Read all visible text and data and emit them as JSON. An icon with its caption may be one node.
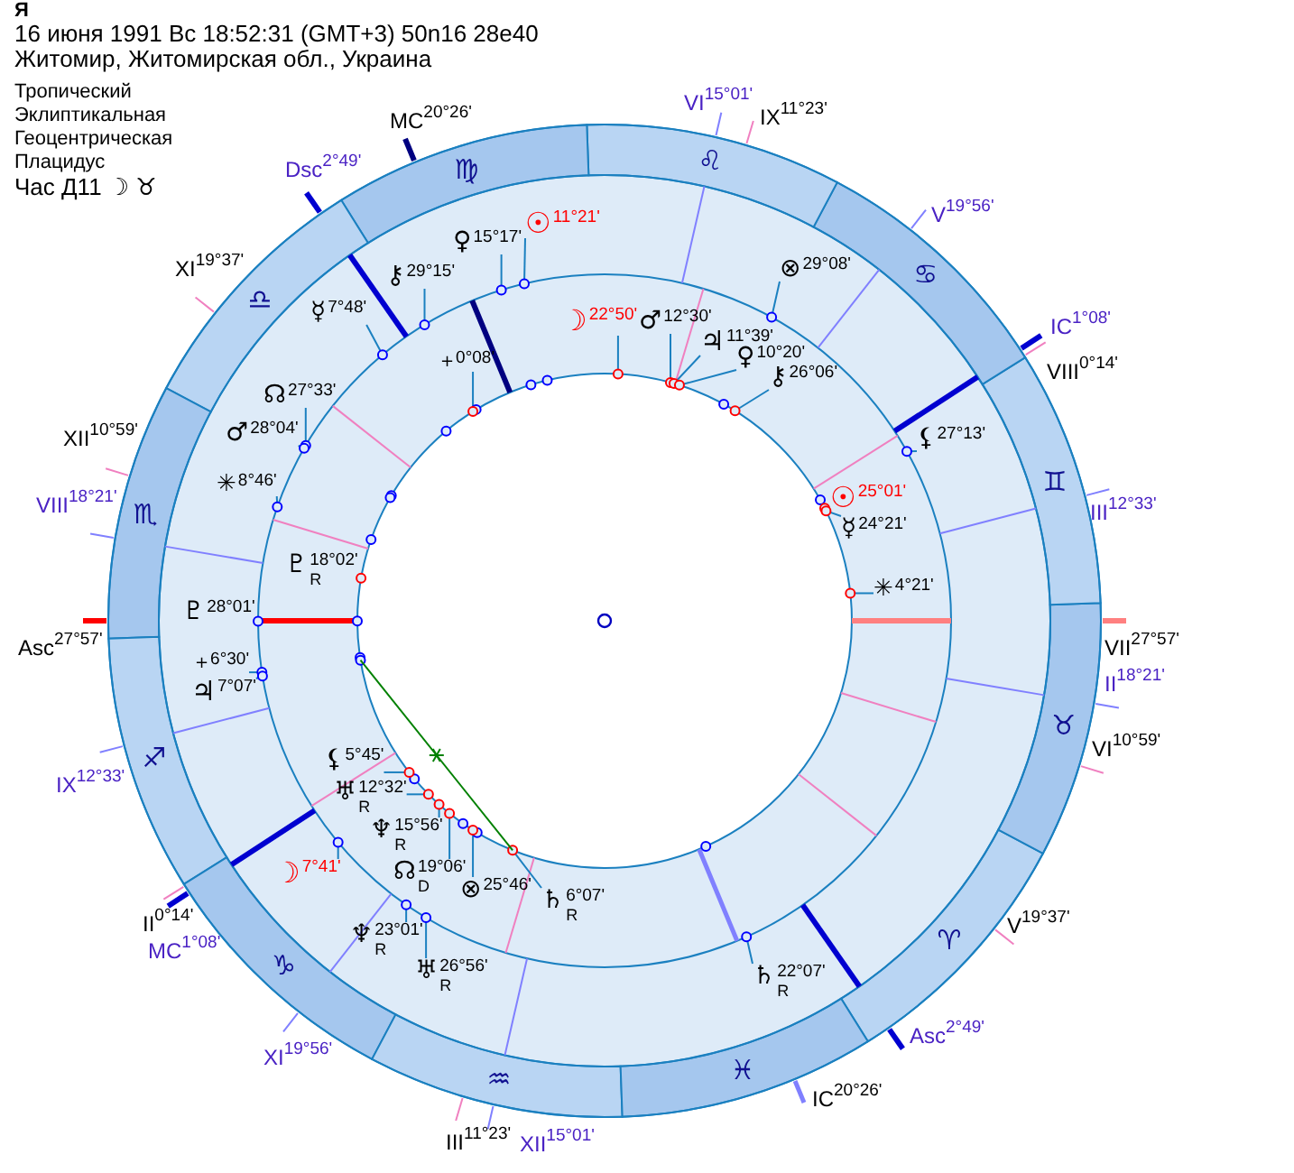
{
  "diagram": {
    "title": "Я",
    "labels": [
      "16 июня 1991 Вс 18:52:31 (GMT+3) 50n16 28e40",
      "Житомир, Житомирская обл., Украина",
      "Тропический",
      "Эклиптикальная",
      "Геоцентрическая",
      "Плацидус",
      "Час Д11 ☽ ♉",
      "MC$^{20°26'}$",
      "VI$^{15°01'}$",
      "IX$^{11°23'}$",
      "V$^{19°56'}$",
      "IC$^{1°08'}$",
      "VIII$^{0°14'}$",
      "III$^{12°33'}$",
      "VII$^{27°57'}$",
      "II$^{18°21'}$",
      "VI$^{10°59'}$",
      "V$^{19°37'}$",
      "Asc$^{2°49'}$",
      "IC$^{20°26'}$",
      "III$^{11°23'}$",
      "XII$^{15°01'}$",
      "XI$^{19°56'}$",
      "II$^{0°14'}$",
      "MC$^{1°08'}$",
      "IX$^{12°33'}$",
      "Asc$^{27°57'}$",
      "VIII$^{18°21'}$",
      "XII$^{10°59'}$",
      "XI$^{19°37'}$",
      "Dsc$^{2°49'}$",
      "♍",
      "♌",
      "♋",
      "♊",
      "♉",
      "♈",
      "♓",
      "♒",
      "♑",
      "♐",
      "♏",
      "♎",
      "♀$^{15°17'}$",
      "☉$^{11°21'}$",
      "⚷$^{29°15'}$",
      "☿$^{7°48'}$",
      "☊$^{27°33'}$",
      "♂$^{28°04'}$",
      "✳$^{8°46'}$",
      "♇$^{28°01'}$",
      "+$^{6°30'}$",
      "♃$^{7°07'}$",
      "☽$^{7°41'}$",
      "♆$^{23°01'}$$_{R}$",
      "♅$^{26°56'}$$_{R}$",
      "♄$^{22°07'}$$_{R}$",
      "⚸$^{27°13'}$",
      "⊗$^{29°08'}$",
      "+$^{0°08'}$",
      "☽$^{22°50'}$",
      "♂$^{12°30'}$",
      "♃$^{11°39'}$",
      "♀$^{10°20'}$",
      "⚷$^{26°06'}$",
      "☉$^{25°01'}$",
      "☿$^{24°21'}$",
      "✳$^{4°21'}$",
      "♇$^{18°02'}$$_{R}$",
      "⚸$^{5°45'}$",
      "♅$^{12°32'}$$_{R}$",
      "♆$^{15°56'}$$_{R}$",
      "☊$^{19°06'}$$_{D}$",
      "⊗$^{25°46'}$",
      "♄$^{6°07'}$$_{R}$"
    ]
  }
}
